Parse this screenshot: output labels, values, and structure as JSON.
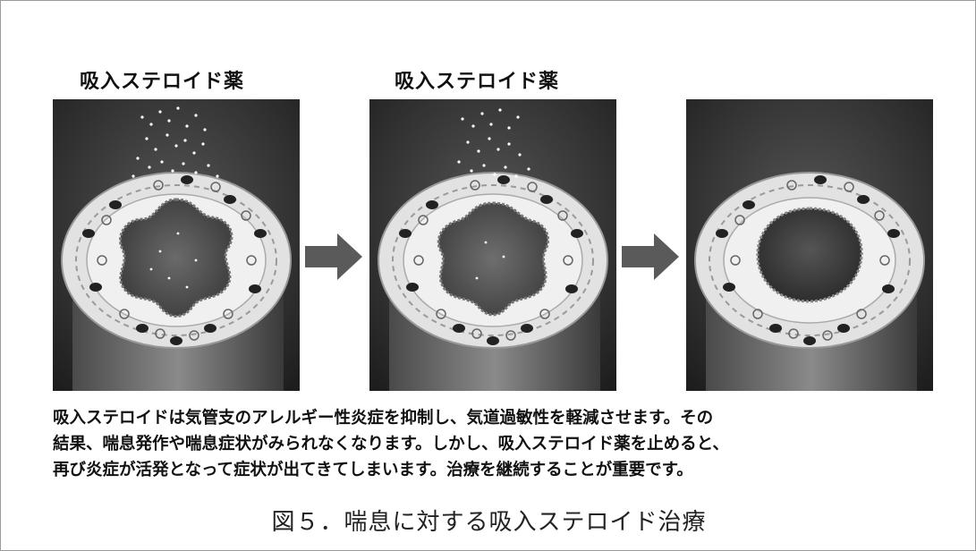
{
  "headings": {
    "left": "吸入ステロイド薬",
    "middle": "吸入ステロイド薬"
  },
  "panels": [
    {
      "state": "inflamed-airway-with-inhaled-steroid-particles"
    },
    {
      "state": "partially-recovered-airway-with-inhaled-steroid-particles"
    },
    {
      "state": "recovered-airway"
    }
  ],
  "caption": {
    "line1": "吸入ステロイドは気管支のアレルギー性炎症を抑制し、気道過敏性を軽減させます。その",
    "line2": "結果、喘息発作や喘息症状がみられなくなります。しかし、吸入ステロイド薬を止めると、",
    "line3": "再び炎症が活発となって症状が出てきてしまいます。治療を継続することが重要です。"
  },
  "figure_title": "図５．喘息に対する吸入ステロイド治療",
  "colors": {
    "arrow": "#5a5a5a",
    "panel_bg": "#2e2e2e",
    "airway_wall": "#d8d8d8"
  }
}
